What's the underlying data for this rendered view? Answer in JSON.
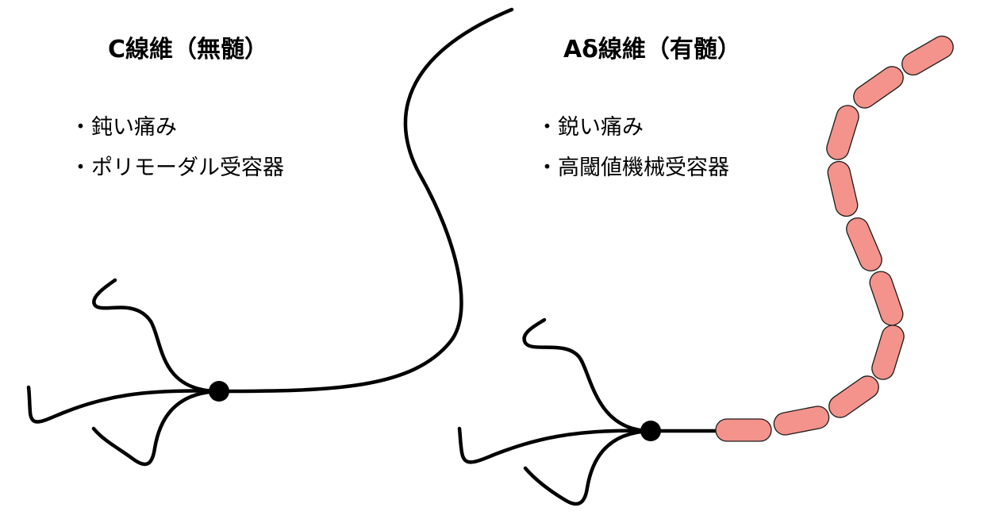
{
  "panels": {
    "c_fiber": {
      "title": "C線維（無髄）",
      "features": [
        "・鈍い痛み",
        "・ポリモーダル受容器"
      ]
    },
    "a_delta_fiber": {
      "title": "Aδ線維（有髄）",
      "features": [
        "・鋭い痛み",
        "・高閾値機械受容器"
      ]
    }
  },
  "colors": {
    "nerve_line": "#000000",
    "myelin_fill": "#f4938b",
    "myelin_stroke": "#1a1a1a",
    "background": "#ffffff"
  }
}
